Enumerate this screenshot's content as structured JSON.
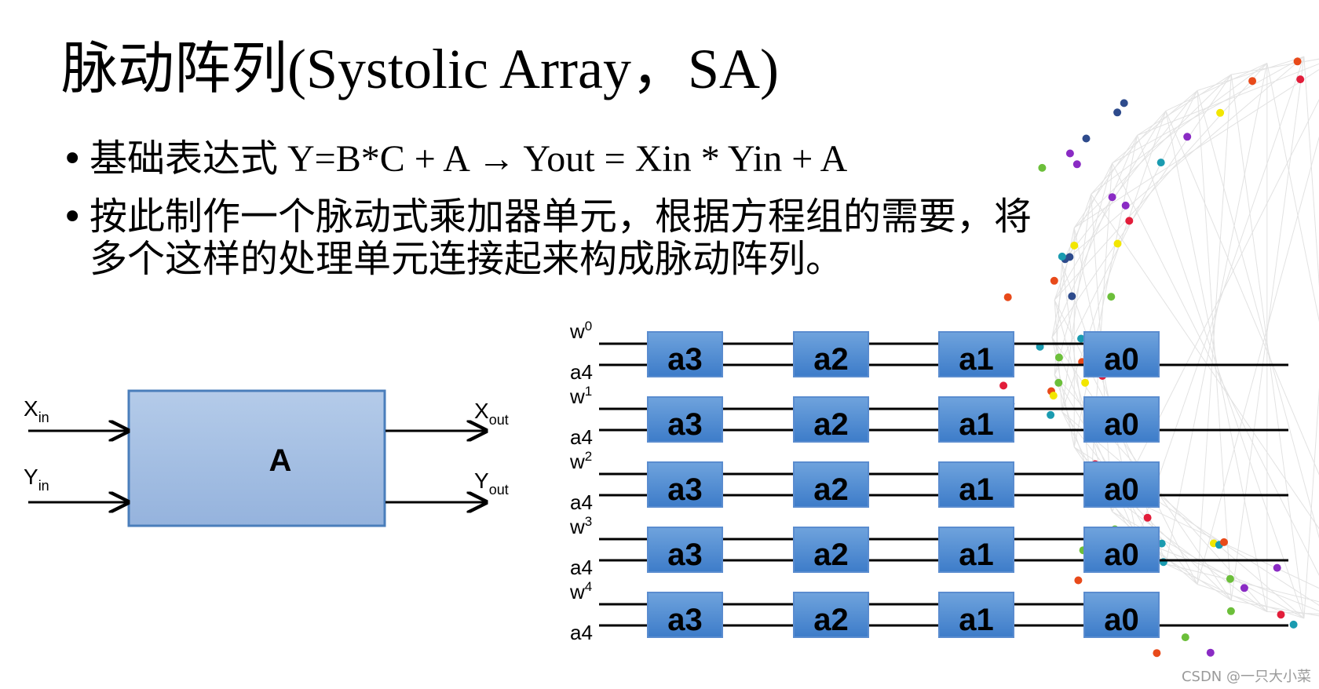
{
  "slide": {
    "title": "脉动阵列(Systolic Array，SA)",
    "bullets": [
      "基础表达式 Y=B*C + A → Yout = Xin * Yin + A",
      "按此制作一个脉动式乘加器单元，根据方程组的需要，将",
      "多个这样的处理单元连接起来构成脉动阵列。"
    ]
  },
  "pe_unit": {
    "label": "A",
    "inputs": [
      {
        "name": "X",
        "sub": "in"
      },
      {
        "name": "Y",
        "sub": "in"
      }
    ],
    "outputs": [
      {
        "name": "X",
        "sub": "out"
      },
      {
        "name": "Y",
        "sub": "out"
      }
    ],
    "fill_top": "#b4cbe9",
    "fill_bottom": "#95b3dd",
    "stroke": "#4a7ebb"
  },
  "array": {
    "rows": [
      {
        "w_base": "w",
        "w_exp": "0",
        "a_label": "a4"
      },
      {
        "w_base": "w",
        "w_exp": "1",
        "a_label": "a4"
      },
      {
        "w_base": "w",
        "w_exp": "2",
        "a_label": "a4"
      },
      {
        "w_base": "w",
        "w_exp": "3",
        "a_label": "a4"
      },
      {
        "w_base": "w",
        "w_exp": "4",
        "a_label": "a4"
      }
    ],
    "cells": [
      "a3",
      "a2",
      "a1",
      "a0"
    ],
    "cell_fill_top": "#6fa3dd",
    "cell_fill_bottom": "#3d7cc9"
  },
  "watermark": "CSDN @一只大小菜",
  "decor_colors": [
    "#1a9bb0",
    "#8a2bc4",
    "#e84a1a",
    "#f2e600",
    "#2e4b8c",
    "#6cbf3a",
    "#e21d3a"
  ]
}
